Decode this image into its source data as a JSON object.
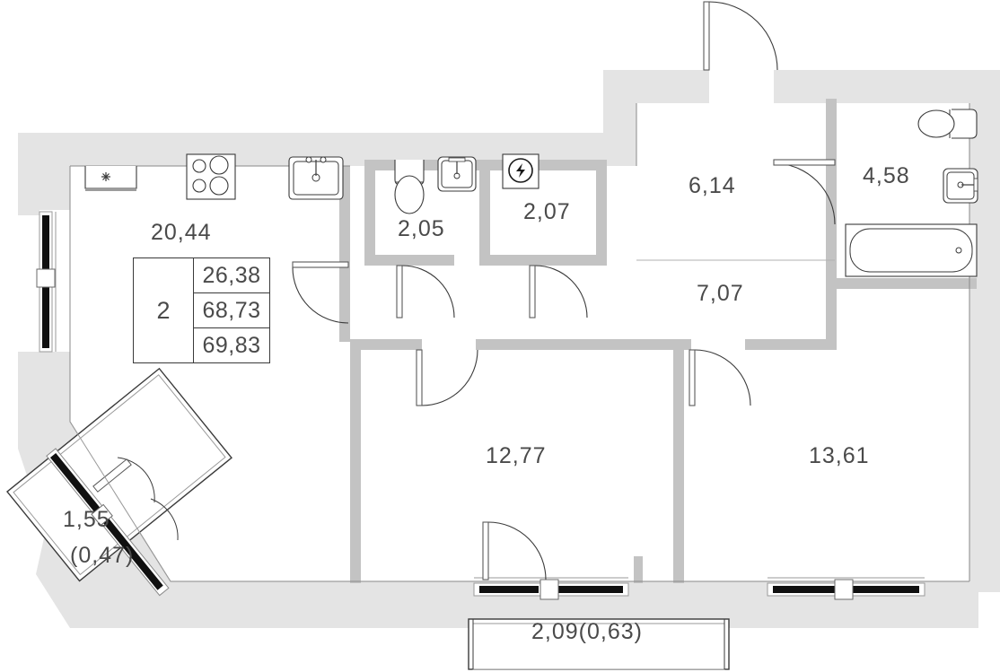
{
  "plan": {
    "type": "apartment-floor-plan",
    "rooms_label_color": "#4a4a4a",
    "wall_color_exterior": "#e4e4e4",
    "wall_color_interior": "#c3c3c3",
    "summary_table": {
      "rooms_count": "2",
      "living_area": "26,38",
      "total_area": "68,73",
      "total_with_balconies": "69,83"
    },
    "areas": {
      "kitchen_living": "20,44",
      "wc": "2,05",
      "utility": "2,07",
      "hall_upper": "6,14",
      "hall_lower": "7,07",
      "bathroom": "4,58",
      "bedroom_left": "12,77",
      "bedroom_right": "13,61",
      "balcony_left": "1,55",
      "balcony_left_reduced": "(0,47)",
      "balcony_bottom": "2,09(0,63)"
    },
    "fixtures": {
      "fridge": "fridge-icon",
      "stove": "stove-icon",
      "kitchen_sink": "kitchen-sink-icon",
      "toilet_wc": "toilet-icon",
      "wc_sink": "washbasin-icon",
      "electric_panel": "electric-panel-icon",
      "bathroom_toilet": "toilet-icon",
      "bathroom_sink": "washbasin-icon",
      "bathtub": "bathtub-icon"
    }
  }
}
